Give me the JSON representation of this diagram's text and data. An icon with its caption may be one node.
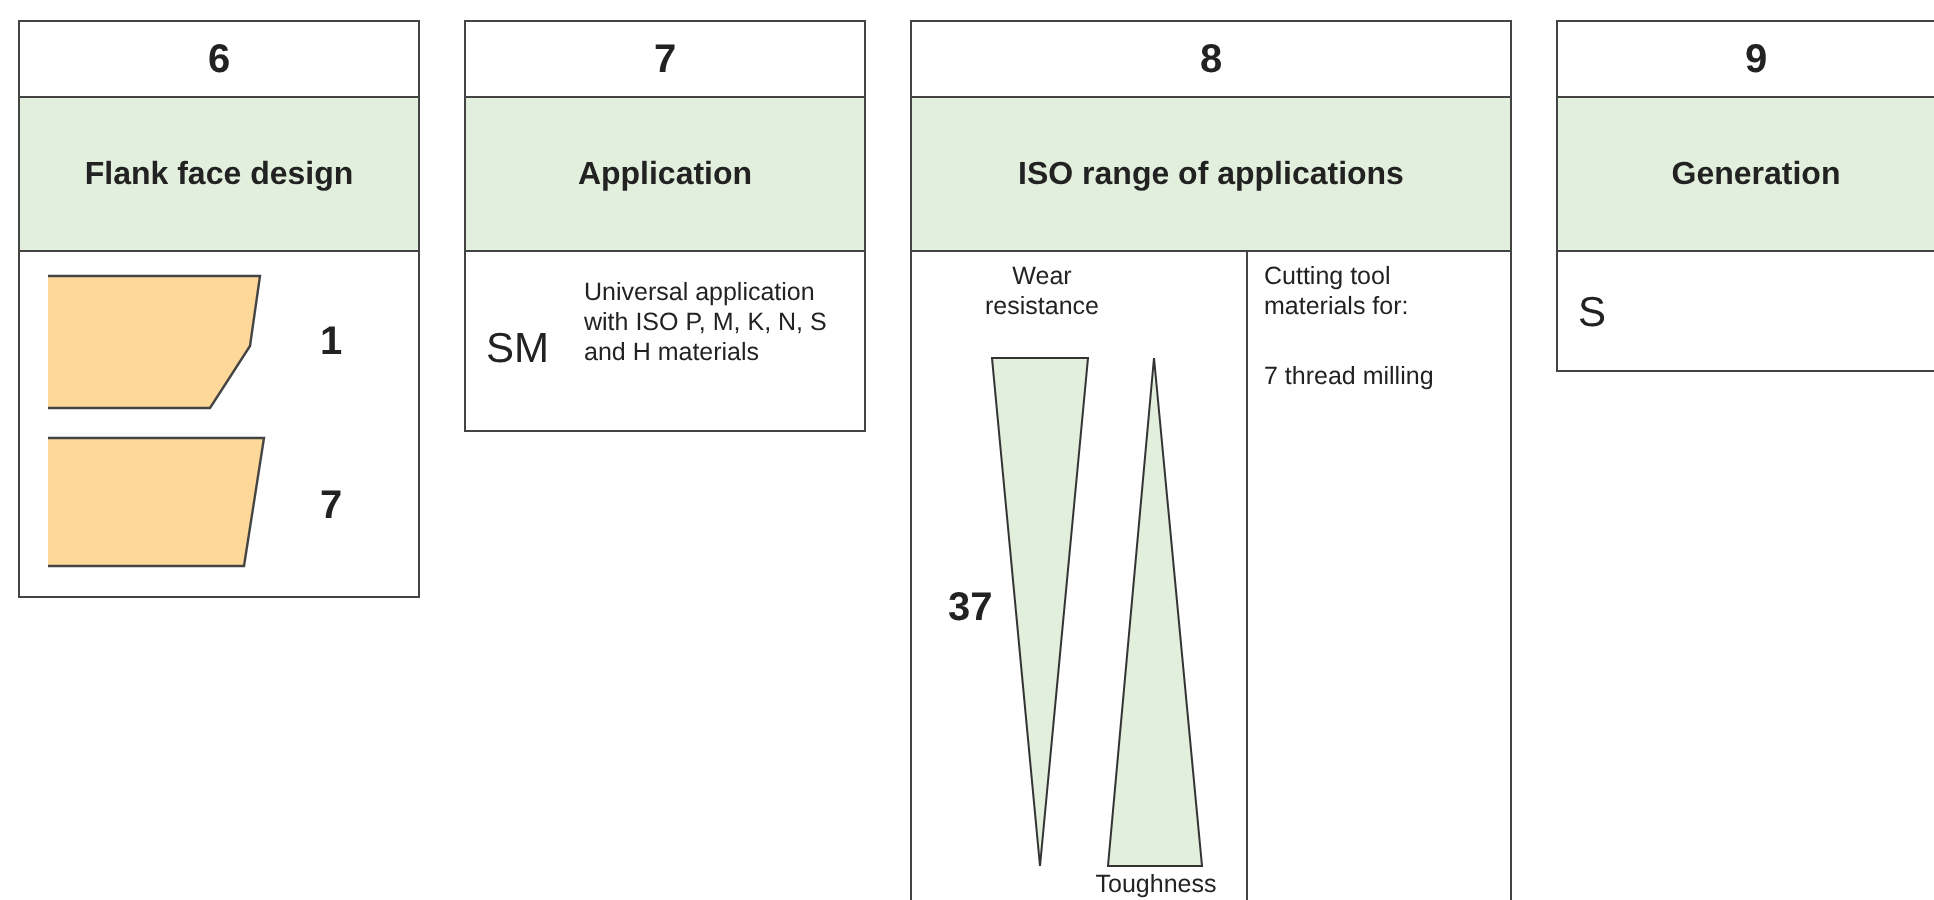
{
  "diagram": {
    "nodes": [
      {
        "text": [
          "6"
        ]
      },
      {
        "text": [
          "Flank face design"
        ]
      },
      {
        "text": [
          "1",
          "7"
        ]
      },
      {
        "text": [
          "7"
        ]
      },
      {
        "text": [
          "Application"
        ]
      },
      {
        "text": [
          "SM",
          "Universal application with ISO P, M, K, N, S and H materials"
        ]
      },
      {
        "text": [
          "8"
        ]
      },
      {
        "text": [
          "ISO range of applications"
        ]
      },
      {
        "text": [
          "Wear resistance",
          "37",
          "Toughness"
        ]
      },
      {
        "text": [
          "Cutting tool materials for:",
          "7 thread milling"
        ]
      },
      {
        "text": [
          "9"
        ]
      },
      {
        "text": [
          "Generation"
        ]
      },
      {
        "text": [
          "S"
        ]
      }
    ]
  }
}
